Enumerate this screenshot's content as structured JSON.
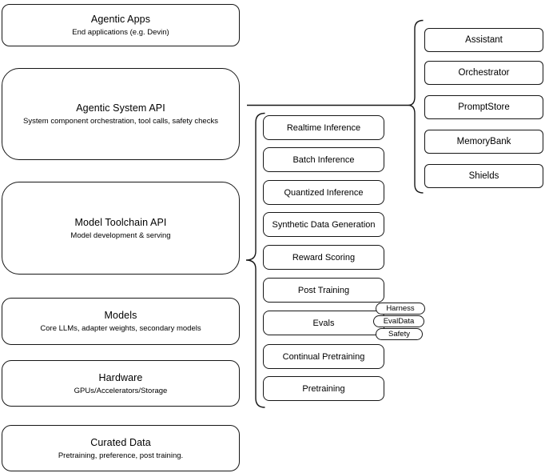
{
  "diagram": {
    "background_color": "#ffffff",
    "stroke_color": "#161616",
    "stack": [
      {
        "title": "Agentic Apps",
        "subtitle": "End applications (e.g. Devin)"
      },
      {
        "title": "Agentic System API",
        "subtitle": "System component orchestration, tool calls, safety checks"
      },
      {
        "title": "Model Toolchain API",
        "subtitle": "Model development & serving"
      },
      {
        "title": "Models",
        "subtitle": "Core LLMs, adapter weights, secondary models"
      },
      {
        "title": "Hardware",
        "subtitle": "GPUs/Accelerators/Storage"
      },
      {
        "title": "Curated Data",
        "subtitle": "Pretraining, preference, post training."
      }
    ],
    "toolchain_services": [
      {
        "label": "Realtime Inference"
      },
      {
        "label": "Batch Inference"
      },
      {
        "label": "Quantized Inference"
      },
      {
        "label": "Synthetic Data Generation"
      },
      {
        "label": "Reward Scoring"
      },
      {
        "label": "Post Training"
      },
      {
        "label": "Evals"
      },
      {
        "label": "Continual Pretraining"
      },
      {
        "label": "Pretraining"
      }
    ],
    "evals_tags": [
      {
        "label": "Harness"
      },
      {
        "label": "EvalData"
      },
      {
        "label": "Safety"
      }
    ],
    "system_components": [
      {
        "label": "Assistant"
      },
      {
        "label": "Orchestrator"
      },
      {
        "label": "PromptStore"
      },
      {
        "label": "MemoryBank"
      },
      {
        "label": "Shields"
      }
    ]
  }
}
